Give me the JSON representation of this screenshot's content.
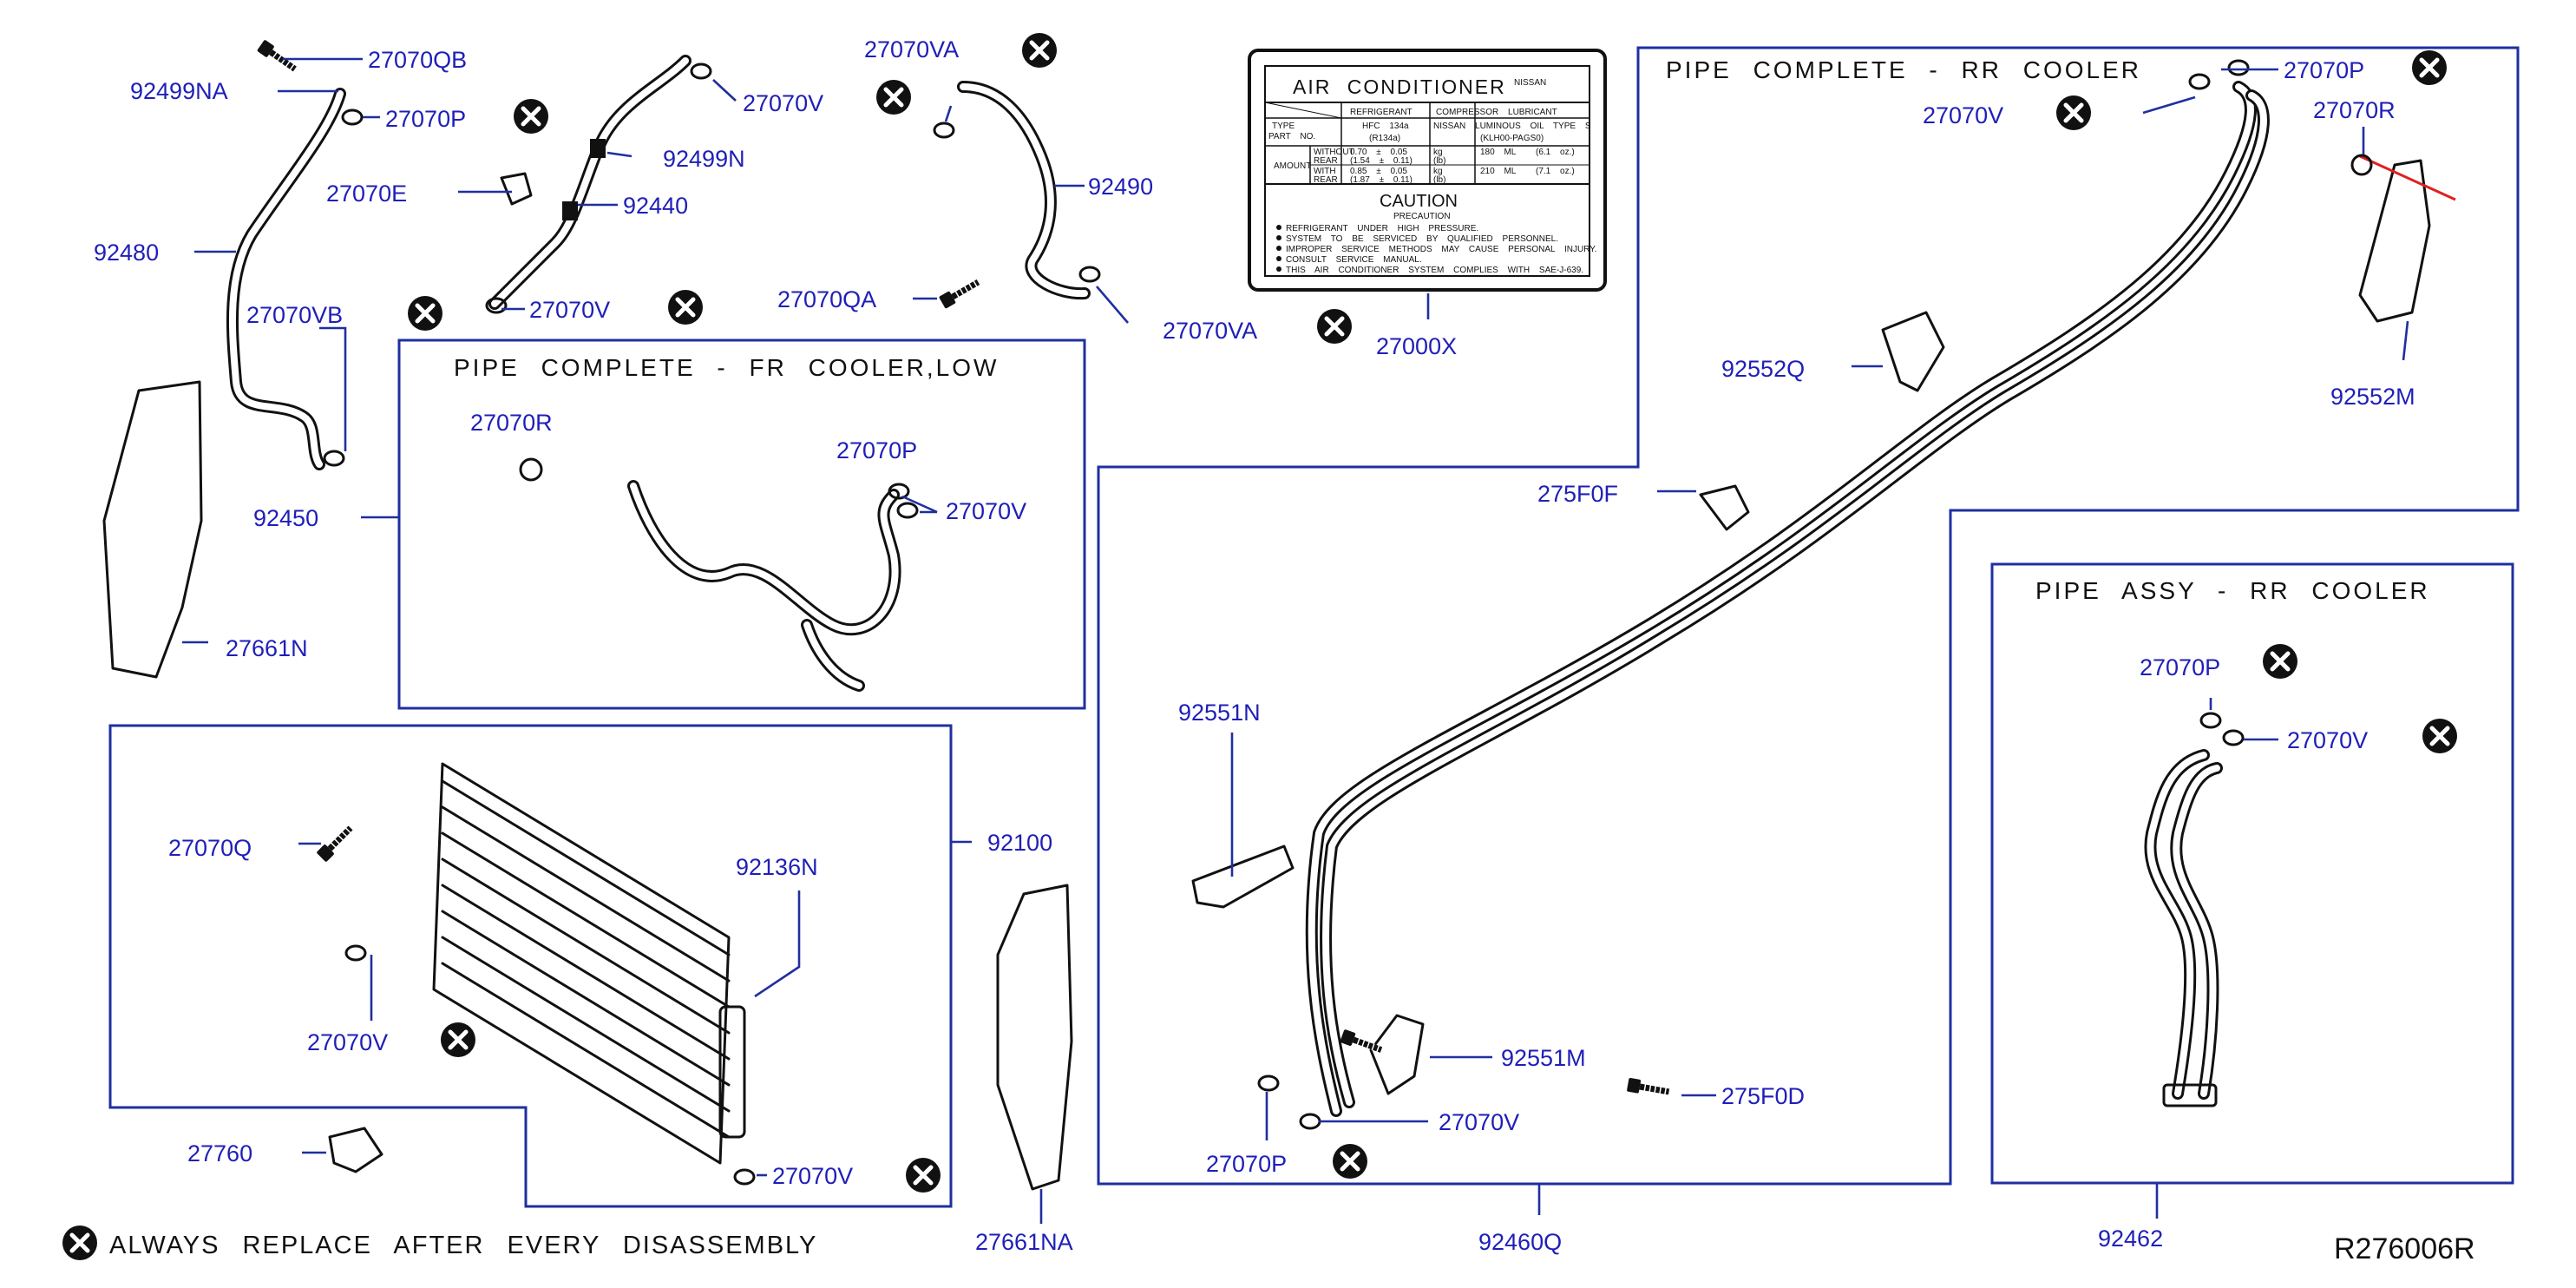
{
  "diagram_ref": "R276006R",
  "legend_text": "ALWAYS REPLACE AFTER EVERY DISASSEMBLY",
  "box_titles": {
    "fr_cooler_low": "PIPE COMPLETE - FR COOLER,LOW",
    "rr_cooler_complete": "PIPE COMPLETE - RR COOLER",
    "rr_cooler_assy": "PIPE ASSY - RR COOLER"
  },
  "label_card": {
    "title": "AIR CONDITIONER",
    "brand": "NISSAN",
    "col_refrigerant": "REFRIGERANT",
    "col_compressor": "COMPRESSOR LUBRICANT",
    "type_row": [
      "TYPE",
      "HFC 134a",
      "(R134a)",
      "NISSAN LUMINOUS OIL TYPE S",
      "(KLH00-PAGS0)"
    ],
    "part_no": "PART NO.",
    "amount": "AMOUNT",
    "rows": [
      [
        "WITHOUT",
        "REAR",
        "0.70 ± 0.05",
        "(1.54 ± 0.11)",
        "kg",
        "(lb)",
        "180 ML",
        "(6.1 oz.)"
      ],
      [
        "WITH",
        "REAR",
        "0.85 ± 0.05",
        "(1.87 ± 0.11)",
        "kg",
        "(lb)",
        "210 ML",
        "(7.1 oz.)"
      ]
    ],
    "caution": "CAUTION",
    "precaution": "PRECAUTION",
    "bullets": [
      "REFRIGERANT UNDER HIGH PRESSURE.",
      "SYSTEM TO BE SERVICED BY QUALIFIED PERSONNEL.",
      "IMPROPER SERVICE METHODS MAY CAUSE PERSONAL INJURY.",
      "CONSULT SERVICE MANUAL.",
      "THIS AIR CONDITIONER SYSTEM COMPLIES WITH SAE-J-639."
    ]
  },
  "labels": {
    "p27070QB": "27070QB",
    "p92499NA": "92499NA",
    "p27070P_a": "27070P",
    "p92480": "92480",
    "p27070VB": "27070VB",
    "p92450": "92450",
    "p27661N": "27661N",
    "p27070E": "27070E",
    "p92499N": "92499N",
    "p92440": "92440",
    "p27070V_a": "27070V",
    "p27070V_b": "27070V",
    "p27070VA_a": "27070VA",
    "p92490": "92490",
    "p27070QA": "27070QA",
    "p27070VA_b": "27070VA",
    "p27000X": "27000X",
    "p27070R_a": "27070R",
    "p27070P_b": "27070P",
    "p27070V_c": "27070V",
    "p27070Q": "27070Q",
    "p92136N": "92136N",
    "p92100": "92100",
    "p27070V_d": "27070V",
    "p27760": "27760",
    "p27070V_e": "27070V",
    "p27661NA": "27661NA",
    "p27070P_c": "27070P",
    "p27070V_f": "27070V",
    "p27070R_b": "27070R",
    "p92552Q": "92552Q",
    "p92552M": "92552M",
    "p275F0F": "275F0F",
    "p92551N": "92551N",
    "p92551M": "92551M",
    "p27070V_g": "27070V",
    "p275F0D": "275F0D",
    "p27070P_d": "27070P",
    "p92460Q": "92460Q",
    "p27070P_e": "27070P",
    "p27070V_h": "27070V",
    "p92462": "92462"
  },
  "colors": {
    "label": "#1f1fb8",
    "box": "#1f2fa0",
    "part": "#111111",
    "accent_line": "#e02020"
  }
}
